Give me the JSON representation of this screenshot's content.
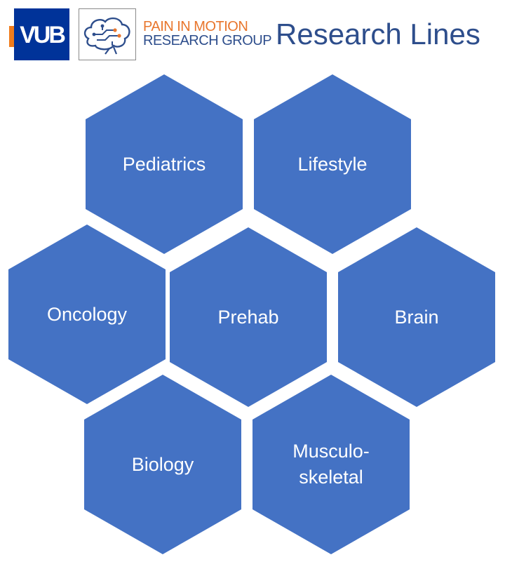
{
  "header": {
    "vub_logo_text": "VUB",
    "group_name_line1": "PAIN IN MOTION",
    "group_name_line2": "RESEARCH GROUP",
    "title": "Research Lines"
  },
  "brand_colors": {
    "hexagon_fill": "#4472c4",
    "title_blue": "#2e4e8c",
    "accent_orange": "#e8762d",
    "vub_blue": "#003399"
  },
  "research_lines": [
    {
      "label": "Pediatrics"
    },
    {
      "label": "Lifestyle"
    },
    {
      "label": "Oncology"
    },
    {
      "label": "Prehab"
    },
    {
      "label": "Brain"
    },
    {
      "label": "Biology"
    },
    {
      "label": "Musculo-\nskeletal"
    }
  ],
  "icons": {
    "pim_logo": "brain-circuit-icon"
  }
}
